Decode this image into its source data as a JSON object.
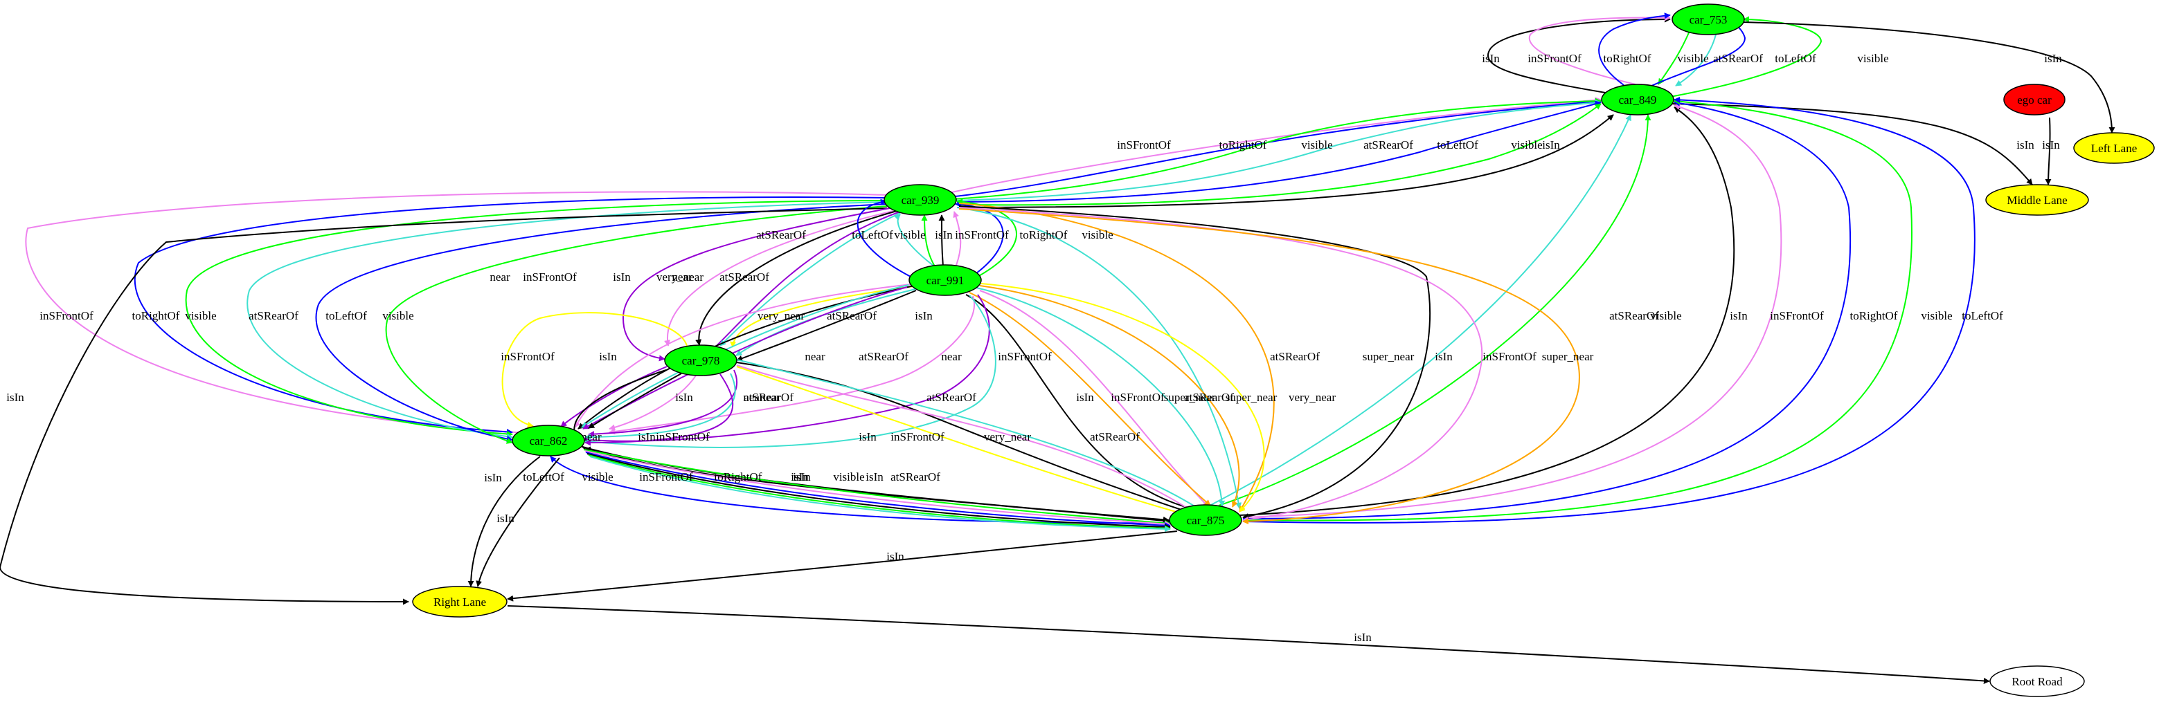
{
  "nodes": [
    {
      "id": "car_753",
      "label": "car_753",
      "fill": "#00ff00"
    },
    {
      "id": "car_849",
      "label": "car_849",
      "fill": "#00ff00"
    },
    {
      "id": "car_939",
      "label": "car_939",
      "fill": "#00ff00"
    },
    {
      "id": "car_991",
      "label": "car_991",
      "fill": "#00ff00"
    },
    {
      "id": "car_978",
      "label": "car_978",
      "fill": "#00ff00"
    },
    {
      "id": "car_862",
      "label": "car_862",
      "fill": "#00ff00"
    },
    {
      "id": "car_875",
      "label": "car_875",
      "fill": "#00ff00"
    },
    {
      "id": "ego_car",
      "label": "ego car",
      "fill": "#ff0000"
    },
    {
      "id": "left_lane",
      "label": "Left Lane",
      "fill": "#ffff00"
    },
    {
      "id": "middle_lane",
      "label": "Middle Lane",
      "fill": "#ffff00"
    },
    {
      "id": "right_lane",
      "label": "Right Lane",
      "fill": "#ffff00"
    },
    {
      "id": "root_road",
      "label": "Root Road",
      "fill": "#ffffff"
    }
  ],
  "edges": [
    {
      "label": "isIn",
      "color": "#000000"
    },
    {
      "label": "inSFrontOf",
      "color": "#ee82ee"
    },
    {
      "label": "toRightOf",
      "color": "#0000ff"
    },
    {
      "label": "visible",
      "color": "#00ff00"
    },
    {
      "label": "atSRearOf",
      "color": "#40e0d0"
    },
    {
      "label": "toLeftOf",
      "color": "#0000ff"
    },
    {
      "label": "visible",
      "color": "#00ff00"
    },
    {
      "label": "isIn",
      "color": "#000000"
    },
    {
      "label": "isIn",
      "color": "#000000"
    },
    {
      "label": "isIn",
      "color": "#000000"
    },
    {
      "label": "inSFrontOf",
      "color": "#ee82ee"
    },
    {
      "label": "toRightOf",
      "color": "#0000ff"
    },
    {
      "label": "visible",
      "color": "#00ff00"
    },
    {
      "label": "atSRearOf",
      "color": "#40e0d0"
    },
    {
      "label": "toLeftOf",
      "color": "#0000ff"
    },
    {
      "label": "visible",
      "color": "#00ff00"
    },
    {
      "label": "isIn",
      "color": "#000000"
    },
    {
      "label": "atSRearOf",
      "color": "#40e0d0"
    },
    {
      "label": "visible",
      "color": "#00ff00"
    },
    {
      "label": "isIn",
      "color": "#000000"
    },
    {
      "label": "inSFrontOf",
      "color": "#ee82ee"
    },
    {
      "label": "toRightOf",
      "color": "#0000ff"
    },
    {
      "label": "visible",
      "color": "#00ff00"
    },
    {
      "label": "toLeftOf",
      "color": "#0000ff"
    },
    {
      "label": "inSFrontOf",
      "color": "#ee82ee"
    },
    {
      "label": "toRightOf",
      "color": "#0000ff"
    },
    {
      "label": "visible",
      "color": "#00ff00"
    },
    {
      "label": "atSRearOf",
      "color": "#40e0d0"
    },
    {
      "label": "toLeftOf",
      "color": "#0000ff"
    },
    {
      "label": "visible",
      "color": "#00ff00"
    },
    {
      "label": "isIn",
      "color": "#000000"
    },
    {
      "label": "near",
      "color": "#9400d3"
    },
    {
      "label": "inSFrontOf",
      "color": "#ee82ee"
    },
    {
      "label": "isIn",
      "color": "#000000"
    },
    {
      "label": "near",
      "color": "#9400d3"
    },
    {
      "label": "atSRearOf",
      "color": "#40e0d0"
    },
    {
      "label": "atSRearOf",
      "color": "#40e0d0"
    },
    {
      "label": "toLeftOf",
      "color": "#0000ff"
    },
    {
      "label": "visible",
      "color": "#00ff00"
    },
    {
      "label": "isIn",
      "color": "#000000"
    },
    {
      "label": "inSFrontOf",
      "color": "#ee82ee"
    },
    {
      "label": "toRightOf",
      "color": "#0000ff"
    },
    {
      "label": "visible",
      "color": "#00ff00"
    },
    {
      "label": "atSRearOf",
      "color": "#40e0d0"
    },
    {
      "label": "super_near",
      "color": "#ffa500"
    },
    {
      "label": "isIn",
      "color": "#000000"
    },
    {
      "label": "inSFrontOf",
      "color": "#ee82ee"
    },
    {
      "label": "super_near",
      "color": "#ffa500"
    },
    {
      "label": "isIn",
      "color": "#000000"
    },
    {
      "label": "inSFrontOf",
      "color": "#ee82ee"
    },
    {
      "label": "super_near",
      "color": "#ffa500"
    },
    {
      "label": "atSRearOf",
      "color": "#40e0d0"
    },
    {
      "label": "super_near",
      "color": "#ffa500"
    },
    {
      "label": "very_near",
      "color": "#ffff00"
    },
    {
      "label": "very_near",
      "color": "#ffff00"
    },
    {
      "label": "atSRearOf",
      "color": "#40e0d0"
    },
    {
      "label": "isIn",
      "color": "#000000"
    },
    {
      "label": "inSFrontOf",
      "color": "#ee82ee"
    },
    {
      "label": "isIn",
      "color": "#000000"
    },
    {
      "label": "inSFrontOf",
      "color": "#ee82ee"
    },
    {
      "label": "near",
      "color": "#9400d3"
    },
    {
      "label": "atSRearOf",
      "color": "#40e0d0"
    },
    {
      "label": "near",
      "color": "#9400d3"
    },
    {
      "label": "atSRearOf",
      "color": "#40e0d0"
    },
    {
      "label": "near",
      "color": "#9400d3"
    },
    {
      "label": "isIn",
      "color": "#000000"
    },
    {
      "label": "inSFrontOf",
      "color": "#ee82ee"
    },
    {
      "label": "near",
      "color": "#9400d3"
    },
    {
      "label": "atSRearOf",
      "color": "#40e0d0"
    },
    {
      "label": "near",
      "color": "#9400d3"
    },
    {
      "label": "isIn",
      "color": "#000000"
    },
    {
      "label": "very_near",
      "color": "#ffff00"
    },
    {
      "label": "isIn",
      "color": "#000000"
    },
    {
      "label": "inSFrontOf",
      "color": "#ee82ee"
    },
    {
      "label": "very_near",
      "color": "#ffff00"
    },
    {
      "label": "atSRearOf",
      "color": "#40e0d0"
    },
    {
      "label": "isIn",
      "color": "#000000"
    },
    {
      "label": "isIn",
      "color": "#000000"
    },
    {
      "label": "toLeftOf",
      "color": "#0000ff"
    },
    {
      "label": "visible",
      "color": "#00ff00"
    },
    {
      "label": "inSFrontOf",
      "color": "#ee82ee"
    },
    {
      "label": "toRightOf",
      "color": "#0000ff"
    },
    {
      "label": "isIn",
      "color": "#000000"
    },
    {
      "label": "visible",
      "color": "#00ff00"
    },
    {
      "label": "atSRearOf",
      "color": "#40e0d0"
    },
    {
      "label": "isIn",
      "color": "#000000"
    },
    {
      "label": "isIn",
      "color": "#000000"
    },
    {
      "label": "isIn",
      "color": "#000000"
    },
    {
      "label": "isIn",
      "color": "#000000"
    }
  ]
}
